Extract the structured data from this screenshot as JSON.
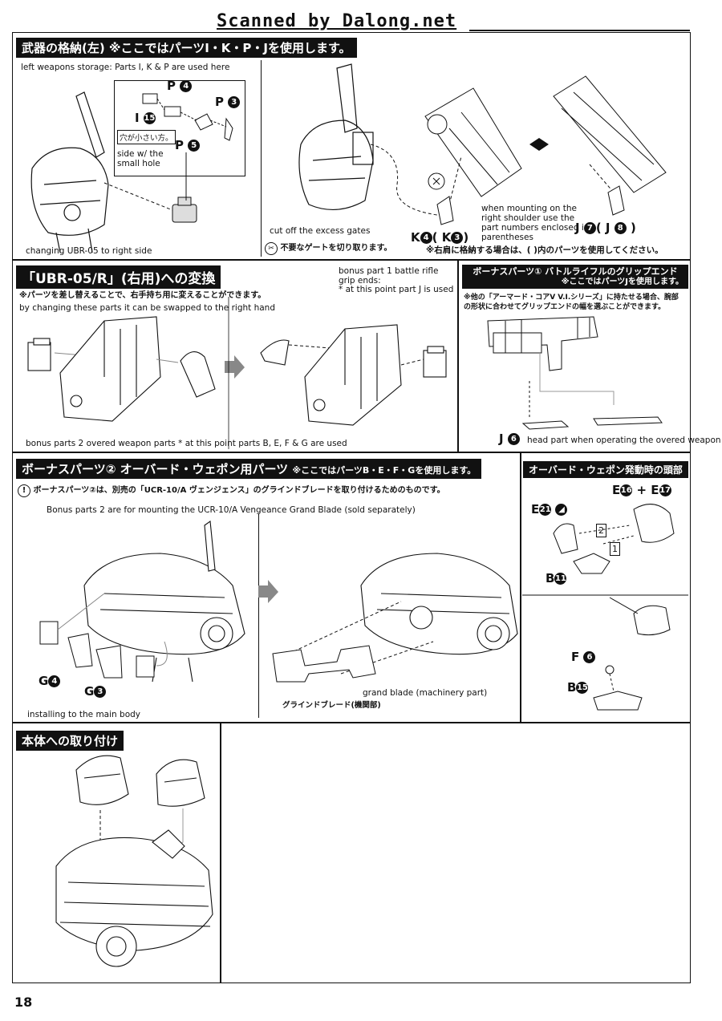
{
  "header": {
    "scanned": "Scanned by Dalong.net"
  },
  "page_number": "18",
  "s1": {
    "title_jp": "武器の格納(左) ※ここではパーツI・K・P・Jを使用します。",
    "sub_en": "left weapons storage:  Parts I, K & P are used here",
    "label_p4": "P",
    "label_p3": "P",
    "label_p5": "P",
    "label_i15": "I",
    "n4": "4",
    "n3": "3",
    "n5": "5",
    "n15": "15",
    "hole_jp": "穴が小さい方。",
    "hole_en": "side w/ the small hole",
    "change_en": "changing UBR-05 to right side",
    "cut_en": "cut off the excess gates",
    "cut_jp": "不要なゲートを切り取ります。",
    "k_label": "K",
    "k_n1": "4",
    "k_paren_open": "( K",
    "k_n2": "3",
    "k_paren_close": ")",
    "mount_en": "when mounting on the right shoulder use the part numbers enclosed in parentheses",
    "j_label": "J",
    "j_n1": "7",
    "j_paren_open": "( J",
    "j_n2": "8",
    "j_paren_close": ")",
    "right_jp": "※右肩に格納する場合は、( )内のパーツを使用してください。"
  },
  "s2": {
    "title_jp": "「UBR-05/R」(右用)への変換",
    "note_jp": "※パーツを差し替えることで、右手持ち用に変えることができます。",
    "note_en": "by changing these parts it can be swapped to the right hand",
    "bonus2_en": "bonus parts 2 overed weapon parts  * at this point parts B, E, F & G are used",
    "grip_en": "bonus part 1 battle rifle grip ends:",
    "grip_en2": "* at this point part J is used"
  },
  "s3": {
    "title_jp": "ボーナスパーツ① バトルライフルのグリップエンド",
    "title_jp2": "※ここではパーツJを使用します。",
    "note_jp": "※他の「アーマード・コアV V.I.シリーズ」に持たせる場合、腕部の形状に合わせてグリップエンドの幅を選ぶことができます。",
    "j_label": "J",
    "j_n": "6",
    "head_en": "head part when operating the overed weapon"
  },
  "s4": {
    "title_jp": "ボーナスパーツ② オーバード・ウェポン用パーツ",
    "title_jp_small": "※ここではパーツB・E・F・Gを使用します。",
    "note_jp": "ボーナスパーツ②は、別売の「UCR-10/A ヴェンジェンス」のグラインドブレードを取り付けるためのものです。",
    "note_en": "Bonus parts 2 are for mounting the UCR-10/A Vengeance Grand Blade (sold separately)",
    "g4": "G",
    "g4n": "4",
    "g3": "G",
    "g3n": "3",
    "install_en": "installing to the main body",
    "blade_en": "grand blade (machinery part)",
    "blade_jp": "グラインドブレード(機関部)"
  },
  "s5": {
    "title_jp": "オーバード・ウェポン発動時の頭部",
    "e16": "E",
    "e16n": "16",
    "plus": "+",
    "e17": "E",
    "e17n": "17",
    "e21": "E",
    "e21n": "21",
    "step2": "2",
    "step1": "1",
    "b11": "B",
    "b11n": "11",
    "f6": "F",
    "f6n": "6",
    "b15": "B",
    "b15n": "15"
  },
  "s6": {
    "title_jp": "本体への取り付け"
  }
}
